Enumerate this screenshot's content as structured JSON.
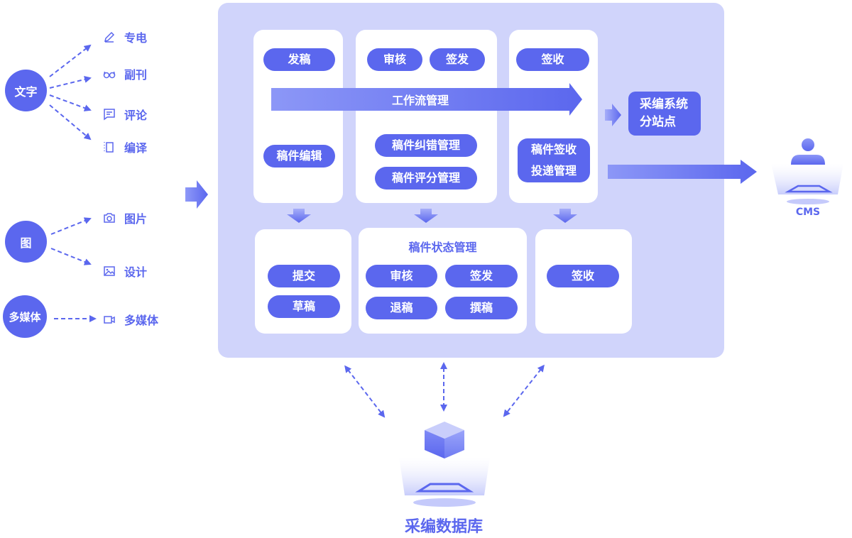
{
  "sources": [
    {
      "label": "文字",
      "outputs": [
        {
          "label": "专电",
          "icon": "pen-icon"
        },
        {
          "label": "副刊",
          "icon": "glasses-icon"
        },
        {
          "label": "评论",
          "icon": "comment-icon"
        },
        {
          "label": "编译",
          "icon": "document-icon"
        }
      ]
    },
    {
      "label": "图",
      "outputs": [
        {
          "label": "图片",
          "icon": "camera-icon"
        },
        {
          "label": "设计",
          "icon": "image-icon"
        }
      ]
    },
    {
      "label": "多媒体",
      "outputs": [
        {
          "label": "多媒体",
          "icon": "video-icon"
        }
      ]
    }
  ],
  "workflow": {
    "label": "工作流管理",
    "col1": {
      "top": "发稿",
      "bottom": "稿件编辑"
    },
    "col2": {
      "top": [
        "审核",
        "签发"
      ],
      "bottom": [
        "稿件纠错管理",
        "稿件评分管理"
      ]
    },
    "col3": {
      "top": "签收",
      "bottom": [
        "稿件签收",
        "投递管理"
      ]
    }
  },
  "status": {
    "left": [
      "提交",
      "草稿"
    ],
    "middle": {
      "title": "稿件状态管理",
      "items": [
        "审核",
        "签发",
        "退稿",
        "撰稿"
      ]
    },
    "right": [
      "签收"
    ]
  },
  "substation": [
    "采编系统",
    "分站点"
  ],
  "cms": {
    "label": "CMS"
  },
  "database": {
    "label": "采编数据库"
  },
  "colors": {
    "accent": "#5b67ee",
    "panel": "#d0d4fb",
    "card": "#ffffff"
  }
}
